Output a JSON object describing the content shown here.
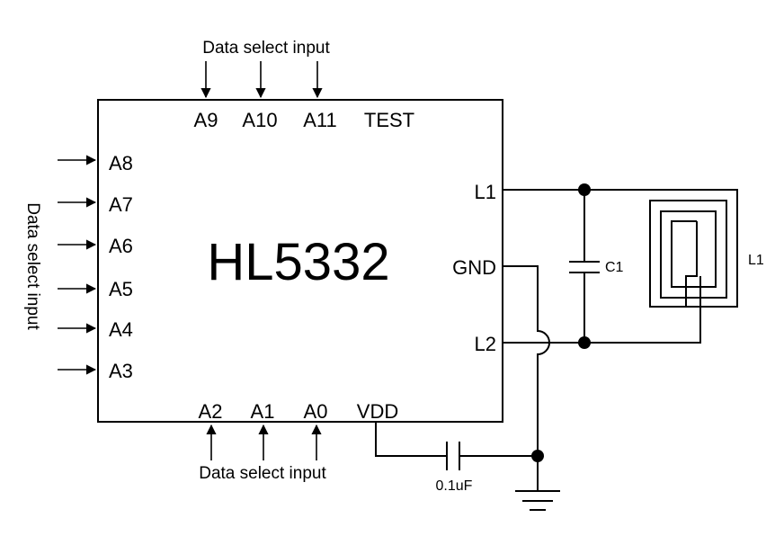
{
  "chip": {
    "name": "HL5332"
  },
  "pins": {
    "top": [
      "A9",
      "A10",
      "A11",
      "TEST"
    ],
    "left": [
      "A8",
      "A7",
      "A6",
      "A5",
      "A4",
      "A3"
    ],
    "bottom": [
      "A2",
      "A1",
      "A0",
      "VDD"
    ],
    "right": [
      "L1",
      "GND",
      "L2"
    ]
  },
  "annotations": {
    "top_input": "Data select input",
    "left_input": "Data select input",
    "bottom_input": "Data select input"
  },
  "components": {
    "capacitor_c1": "C1",
    "capacitor_vdd": "0.1uF",
    "coil": "L1"
  }
}
